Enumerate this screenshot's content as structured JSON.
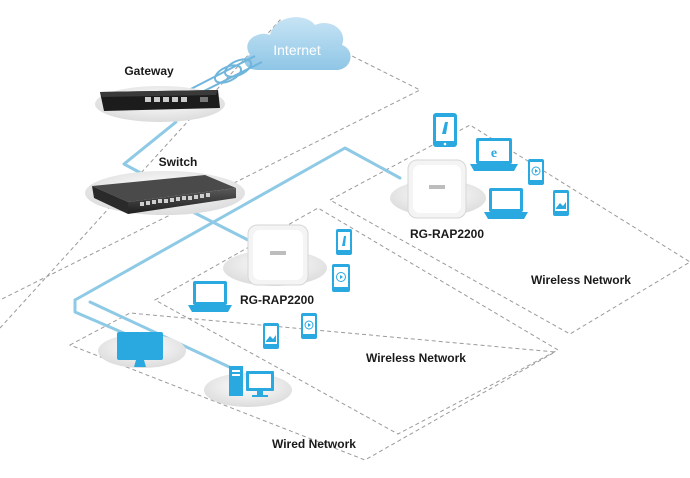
{
  "diagram": {
    "cloud_label": "Internet",
    "gateway_label": "Gateway",
    "switch_label": "Switch",
    "ap_right_label": "RG-RAP2200",
    "ap_center_label": "RG-RAP2200",
    "zone_wireless_right": "Wireless Network",
    "zone_wireless_center": "Wireless Network",
    "zone_wired": "Wired Network"
  },
  "colors": {
    "cable": "#8ec9e6",
    "device_blue": "#2aa8e0",
    "cloud": "#a9d4ee",
    "zone_border": "#9a9a9a"
  }
}
